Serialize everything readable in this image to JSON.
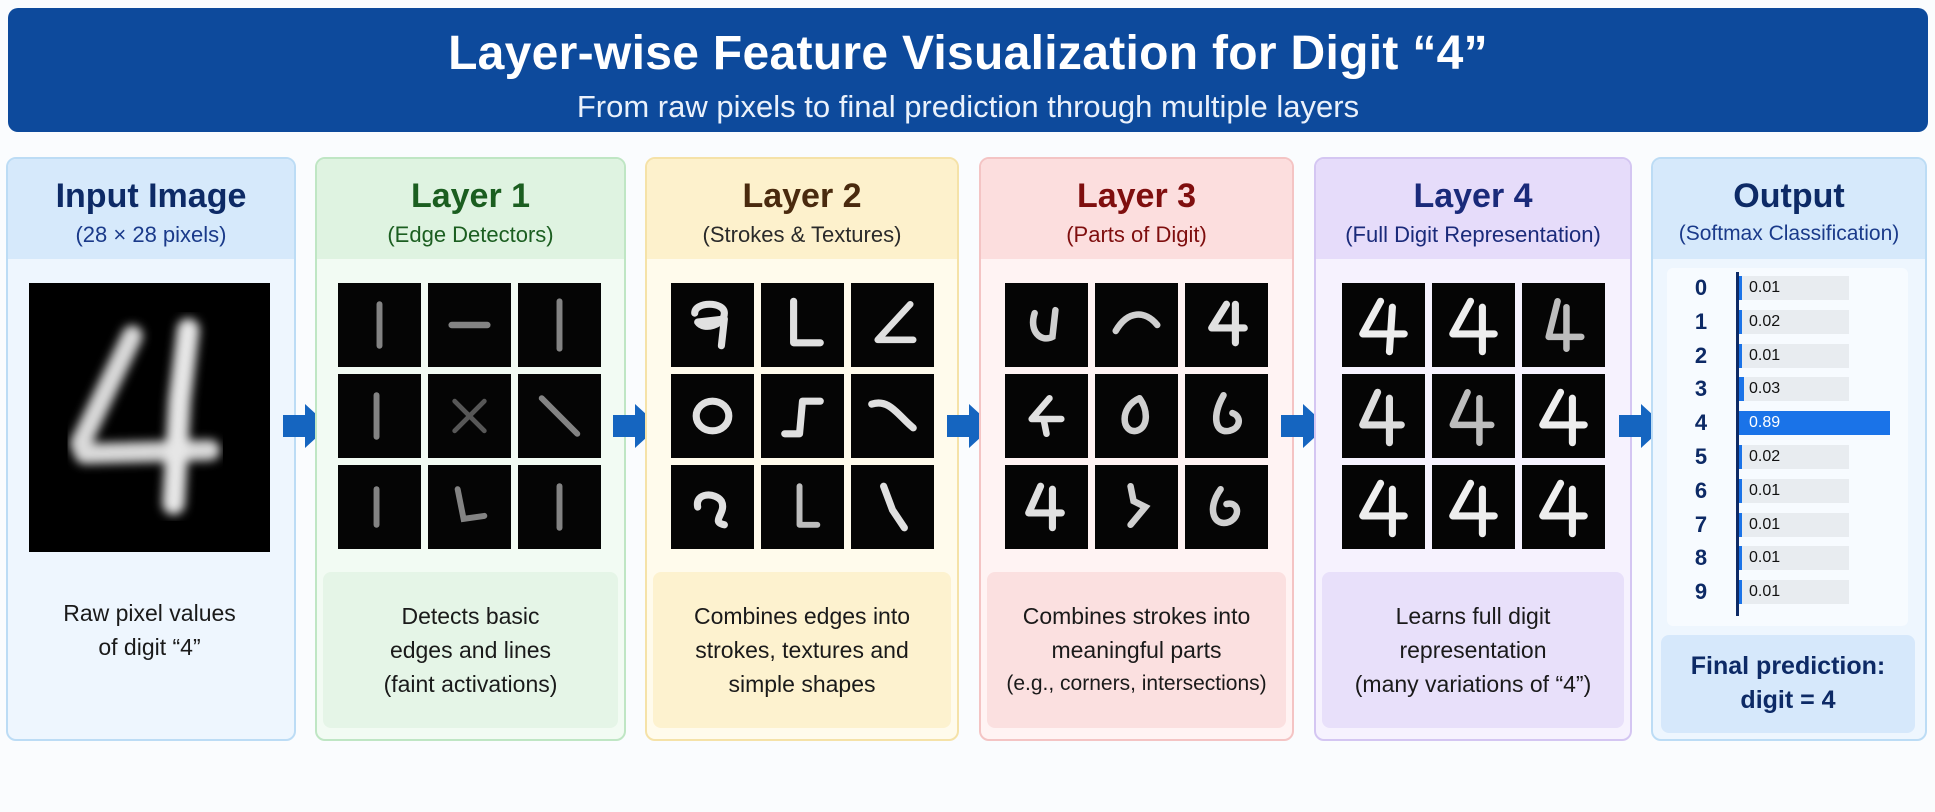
{
  "header": {
    "title": "Layer-wise Feature Visualization for Digit “4”",
    "subtitle": "From raw pixels to final prediction through multiple layers"
  },
  "columns": [
    {
      "name": "Input Image",
      "sub": "(28 × 28 pixels)",
      "desc_lines": [
        "Raw pixel values",
        "of digit “4”"
      ],
      "colors": {
        "bg": "#eef6fe",
        "border": "#bcdcf5",
        "head_bg": "#d6e9fb",
        "name": "#0d2a66",
        "sub": "#1a3a8a"
      }
    },
    {
      "name": "Layer 1",
      "sub": "(Edge Detectors)",
      "desc_lines": [
        "Detects basic",
        "edges and lines",
        "(faint activations)"
      ],
      "colors": {
        "bg": "#f2fbf3",
        "border": "#bfe6c4",
        "head_bg": "#dff3e1",
        "name": "#1b5e20",
        "sub": "#1b5e20",
        "desc_bg": "#e5f5e7"
      }
    },
    {
      "name": "Layer 2",
      "sub": "(Strokes & Textures)",
      "desc_lines": [
        "Combines edges into",
        "strokes, textures and",
        "simple shapes"
      ],
      "colors": {
        "bg": "#fffbec",
        "border": "#f5e2a8",
        "head_bg": "#fdf1cc",
        "name": "#4a2a0e",
        "sub": "#2a2a2a",
        "desc_bg": "#fdf2cf"
      }
    },
    {
      "name": "Layer 3",
      "sub": "(Parts of Digit)",
      "desc_lines": [
        "Combines strokes into",
        "meaningful parts",
        "(e.g., corners, intersections)"
      ],
      "colors": {
        "bg": "#fff3f3",
        "border": "#f4c4c4",
        "head_bg": "#fcdede",
        "name": "#7f0e0e",
        "sub": "#7f0e0e",
        "desc_bg": "#fbe0e0"
      }
    },
    {
      "name": "Layer 4",
      "sub": "(Full Digit Representation)",
      "desc_lines": [
        "Learns full digit",
        "representation",
        "(many variations of “4”)"
      ],
      "colors": {
        "bg": "#f6f2fe",
        "border": "#d4c6f2",
        "head_bg": "#e6dcfa",
        "name": "#1a2a7a",
        "sub": "#1a2a7a",
        "desc_bg": "#e8e0fa"
      }
    },
    {
      "name": "Output",
      "sub": "(Softmax Classification)",
      "colors": {
        "bg": "#eef6fe",
        "border": "#bcdcf5",
        "head_bg": "#d6e9fb",
        "name": "#0d2a66",
        "sub": "#1a3a8a"
      }
    }
  ],
  "output": {
    "probabilities": [
      {
        "digit": "0",
        "value": "0.01"
      },
      {
        "digit": "1",
        "value": "0.02"
      },
      {
        "digit": "2",
        "value": "0.01"
      },
      {
        "digit": "3",
        "value": "0.03"
      },
      {
        "digit": "4",
        "value": "0.89"
      },
      {
        "digit": "5",
        "value": "0.02"
      },
      {
        "digit": "6",
        "value": "0.01"
      },
      {
        "digit": "7",
        "value": "0.01"
      },
      {
        "digit": "8",
        "value": "0.01"
      },
      {
        "digit": "9",
        "value": "0.01"
      }
    ],
    "final_line1": "Final prediction:",
    "final_line2": "digit = 4"
  },
  "colors": {
    "header_bg": "#0d4a9c",
    "arrow": "#1565c0",
    "bar": "#1a73e8"
  }
}
